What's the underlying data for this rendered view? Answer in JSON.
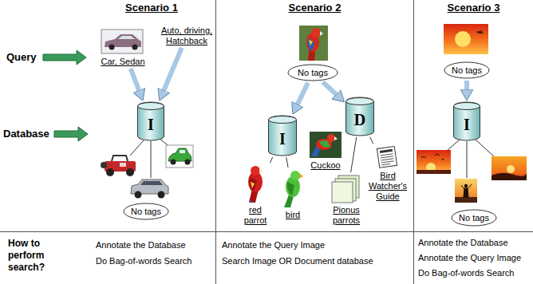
{
  "diagram": {
    "nodes": [
      {
        "text": [
          "Car, Sedan"
        ]
      },
      {
        "text": [
          "Auto, driving, Hatchback"
        ]
      },
      {
        "text": [
          "I"
        ]
      },
      {
        "text": [
          "No tags"
        ]
      },
      {
        "text": [
          "No tags"
        ]
      },
      {
        "text": [
          "I"
        ]
      },
      {
        "text": [
          "D"
        ]
      },
      {
        "text": [
          "Cuckoo"
        ]
      },
      {
        "text": [
          "red parrot"
        ]
      },
      {
        "text": [
          "bird"
        ]
      },
      {
        "text": [
          "Pionus parrots"
        ]
      },
      {
        "text": [
          "Bird Watcher's Guide"
        ]
      },
      {
        "text": [
          "No tags"
        ]
      },
      {
        "text": [
          "I"
        ]
      },
      {
        "text": [
          "No tags"
        ]
      }
    ],
    "edges": [
      {
        "from": 0,
        "to": 2,
        "arrow": "to"
      },
      {
        "from": 1,
        "to": 2,
        "arrow": "to"
      },
      {
        "from": 4,
        "to": 5,
        "arrow": "to"
      },
      {
        "from": 4,
        "to": 6,
        "arrow": "to"
      },
      {
        "from": 5,
        "to": 8,
        "arrow": "none"
      },
      {
        "from": 5,
        "to": 9,
        "arrow": "none"
      },
      {
        "from": 6,
        "to": 10,
        "arrow": "none"
      },
      {
        "from": 6,
        "to": 11,
        "arrow": "none"
      },
      {
        "from": 12,
        "to": 13,
        "arrow": "to"
      }
    ],
    "labels": [
      "Scenario 1",
      "Scenario 2",
      "Scenario 3",
      "Query",
      "Database",
      "How to perform search?",
      "Annotate the Database",
      "Do Bag-of-words Search",
      "Annotate the Query Image",
      "Search Image OR Document database",
      "Annotate the Database",
      "Annotate the Query Image",
      "Do Bag-of-words Search"
    ]
  }
}
